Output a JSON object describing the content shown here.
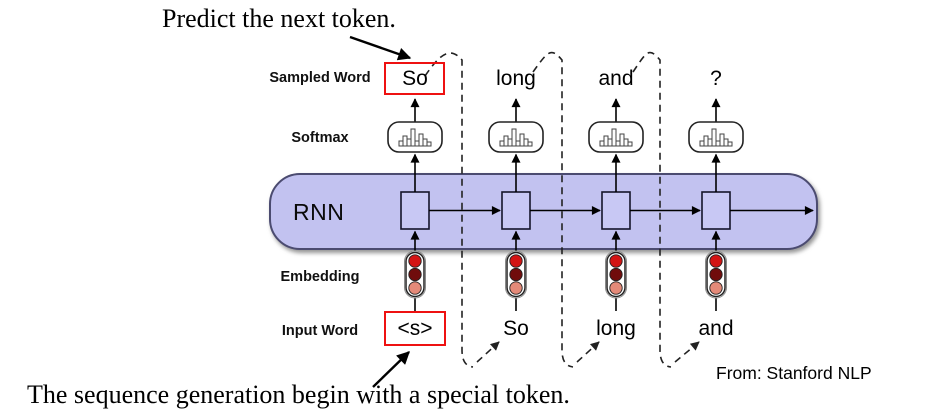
{
  "figure": {
    "top_note": "Predict the next token.",
    "bottom_note": "The sequence generation begin with a special token.",
    "credit": "From: Stanford NLP"
  },
  "row_labels": {
    "sampled_word": "Sampled Word",
    "softmax": "Softmax",
    "rnn": "RNN",
    "embedding": "Embedding",
    "input_word": "Input Word"
  },
  "timesteps": [
    {
      "sampled": "So",
      "input": "<s>"
    },
    {
      "sampled": "long",
      "input": "So"
    },
    {
      "sampled": "and",
      "input": "long"
    },
    {
      "sampled": "?",
      "input": "and"
    }
  ],
  "highlights": {
    "sampled_boxed_step": 0,
    "input_boxed_step": 0,
    "box_color": "#ee1111"
  },
  "icons": {
    "softmax": "histogram-distribution-icon",
    "embedding": "embedding-vector-dots-icon"
  },
  "colors": {
    "rnn_band_fill": "#c2c2f0",
    "rnn_band_border": "#4b4b70",
    "rnn_cell_fill": "#c8c8f4",
    "embedding_dot_top": "#d31414",
    "embedding_dot_middle": "#700c0c",
    "embedding_dot_bottom": "#e48a79"
  }
}
